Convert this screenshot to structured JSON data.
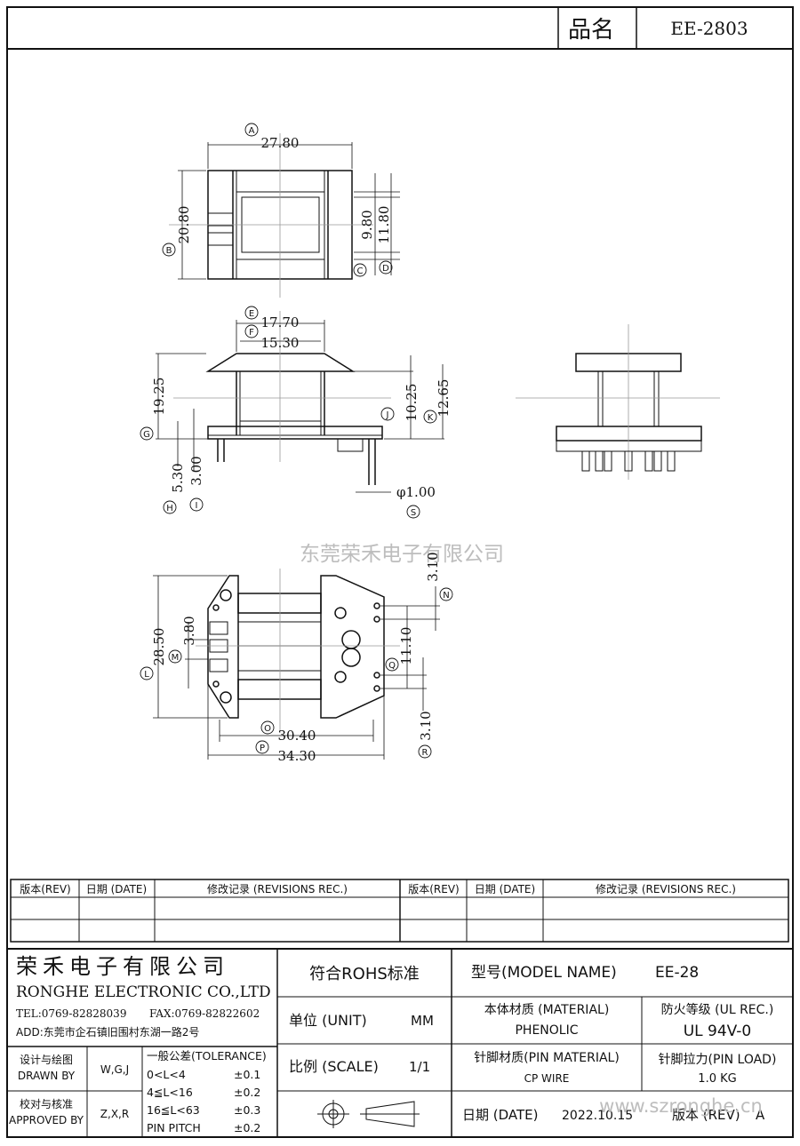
{
  "title_block": {
    "name_label": "品名",
    "part_no": "EE-2803"
  },
  "dimensions": {
    "A": "27.80",
    "B": "20.80",
    "C": "9.80",
    "D": "11.80",
    "E": "17.70",
    "F": "15.30",
    "G": "19.25",
    "H": "5.30",
    "I": "3.00",
    "J": "10.25",
    "K": "12.65",
    "S": "φ1.00",
    "L": "28.50",
    "M": "3.80",
    "N": "3.10",
    "O": "30.40",
    "P": "34.30",
    "Q": "11.10",
    "R": "3.10"
  },
  "markers": [
    "A",
    "B",
    "C",
    "D",
    "E",
    "F",
    "G",
    "H",
    "I",
    "J",
    "K",
    "S",
    "L",
    "M",
    "N",
    "O",
    "P",
    "Q",
    "R"
  ],
  "watermark": "东莞荣禾电子有限公司",
  "watermark_url": "www.szronghe.cn",
  "revisions": {
    "rev_label": "版本(REV)",
    "date_label": "日期 (DATE)",
    "rec_label": "修改记录 (REVISIONS REC.)"
  },
  "company": {
    "name_cn": "荣禾电子有限公司",
    "name_en": "RONGHE ELECTRONIC CO.,LTD",
    "tel": "TEL:0769-82828039",
    "fax": "FAX:0769-82822602",
    "addr": "ADD:东莞市企石镇旧围村东湖一路2号"
  },
  "rohs": "符合ROHS标准",
  "unit_label": "单位 (UNIT)",
  "unit_value": "MM",
  "scale_label": "比例 (SCALE)",
  "scale_value": "1/1",
  "model_label": "型号(MODEL NAME)",
  "model_value": "EE-28",
  "material_label": "本体材质 (MATERIAL)",
  "material_value": "PHENOLIC",
  "fire_label": "防火等级 (UL REC.)",
  "fire_value": "UL 94V-0",
  "pin_material_label": "针脚材质(PIN MATERIAL)",
  "pin_material_value": "CP WIRE",
  "pin_load_label": "针脚拉力(PIN LOAD)",
  "pin_load_value": "1.0 KG",
  "date_label": "日期 (DATE)",
  "date_value": "2022.10.15",
  "rev_label": "版本 (REV)",
  "rev_value": "A",
  "drawn_label_cn": "设计与绘图",
  "drawn_label_en": "DRAWN BY",
  "drawn_value": "W,G,J",
  "approved_label_cn": "校对与核准",
  "approved_label_en": "APPROVED BY",
  "approved_value": "Z,X,R",
  "tolerance": {
    "title": "一般公差(TOLERANCE)",
    "rows": [
      {
        "range": "0<L<4",
        "value": "±0.1"
      },
      {
        "range": "4≦L<16",
        "value": "±0.2"
      },
      {
        "range": "16≦L<63",
        "value": "±0.3"
      },
      {
        "range": "PIN PITCH",
        "value": "±0.2"
      }
    ]
  }
}
